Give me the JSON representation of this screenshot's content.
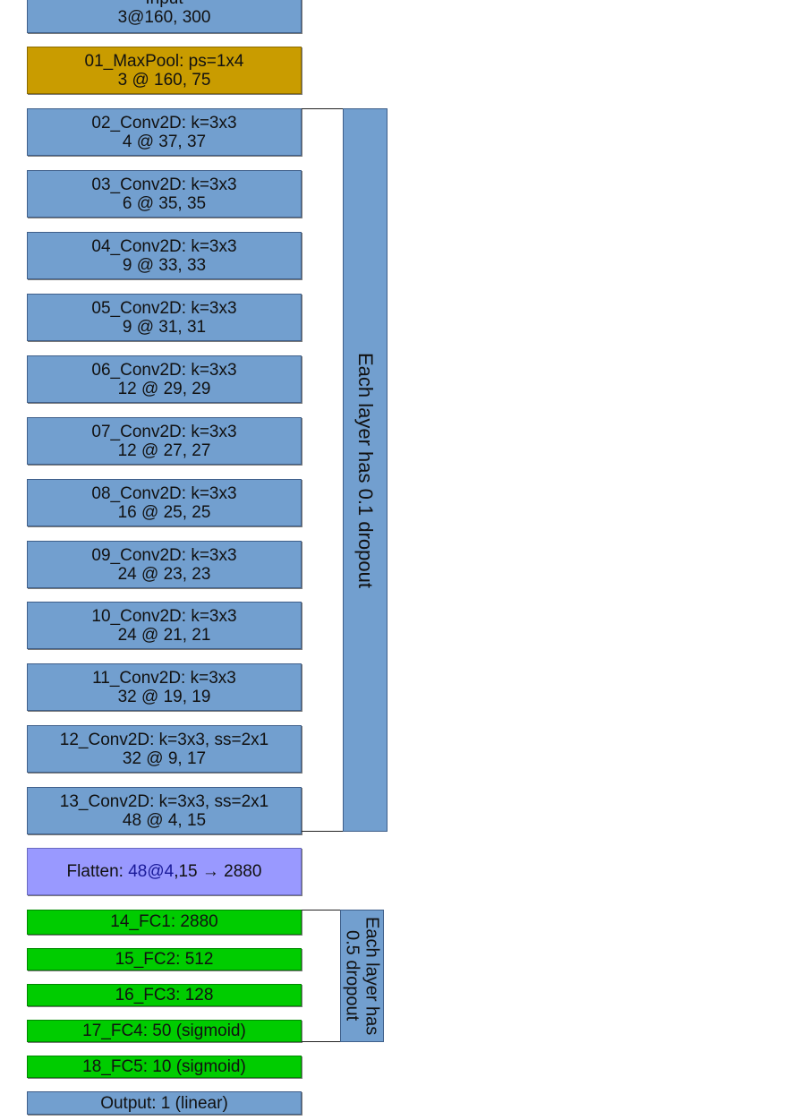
{
  "layers": [
    {
      "line1": "Input",
      "line2": "3@160, 300"
    },
    {
      "line1": "01_MaxPool: ps=1x4",
      "line2": "3 @ 160, 75"
    },
    {
      "line1": "02_Conv2D: k=3x3",
      "line2": "4 @ 37, 37"
    },
    {
      "line1": "03_Conv2D: k=3x3",
      "line2": "6 @ 35, 35"
    },
    {
      "line1": "04_Conv2D: k=3x3",
      "line2": "9 @ 33, 33"
    },
    {
      "line1": "05_Conv2D: k=3x3",
      "line2": "9 @ 31, 31"
    },
    {
      "line1": "06_Conv2D: k=3x3",
      "line2": "12 @ 29, 29"
    },
    {
      "line1": "07_Conv2D: k=3x3",
      "line2": "12 @ 27, 27"
    },
    {
      "line1": "08_Conv2D: k=3x3",
      "line2": "16 @ 25, 25"
    },
    {
      "line1": "09_Conv2D: k=3x3",
      "line2": "24 @ 23, 23"
    },
    {
      "line1": "10_Conv2D: k=3x3",
      "line2": "24 @ 21, 21"
    },
    {
      "line1": "11_Conv2D: k=3x3",
      "line2": "32 @ 19, 19"
    },
    {
      "line1": "12_Conv2D: k=3x3, ss=2x1",
      "line2": "32 @ 9, 17"
    },
    {
      "line1": "13_Conv2D: k=3x3, ss=2x1",
      "line2": "48 @ 4, 15"
    }
  ],
  "flatten": {
    "prefix": "Flatten: ",
    "highlight": "48@4",
    "suffix": ",15 → 2880"
  },
  "fc_layers": [
    "14_FC1: 2880",
    "15_FC2: 512",
    "16_FC3: 128",
    "17_FC4: 50 (sigmoid)",
    "18_FC5: 10 (sigmoid)"
  ],
  "output": "Output: 1 (linear)",
  "conv_dropout_note": "Each layer has 0.1 dropout",
  "fc_dropout_note": {
    "line1": "Each layer has",
    "line2": "0.5 dropout"
  },
  "colors": {
    "conv": "#729fcf",
    "maxpool": "#c99c00",
    "flatten": "#9999ff",
    "fc": "#00cc00"
  }
}
